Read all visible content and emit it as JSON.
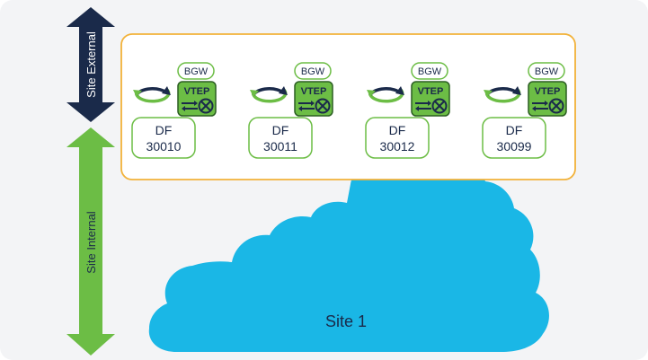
{
  "axis": {
    "external_label": "Site External",
    "internal_label": "Site Internal"
  },
  "cloud": {
    "label": "Site 1"
  },
  "gateways": [
    {
      "badge": "BGW",
      "vtep": "VTEP",
      "df_title": "DF",
      "df_value": "30010"
    },
    {
      "badge": "BGW",
      "vtep": "VTEP",
      "df_title": "DF",
      "df_value": "30011"
    },
    {
      "badge": "BGW",
      "vtep": "VTEP",
      "df_title": "DF",
      "df_value": "30012"
    },
    {
      "badge": "BGW",
      "vtep": "VTEP",
      "df_title": "DF",
      "df_value": "30099"
    }
  ],
  "colors": {
    "background": "#f3f4f6",
    "external_arrow": "#1a2a4a",
    "internal_arrow": "#6cbd45",
    "gateway_box_border": "#f2b23a",
    "cloud": "#1ab7e6",
    "vtep_fill": "#6cbd45",
    "vtep_dark": "#2b5e22",
    "badge_border": "#6cbd45",
    "df_border": "#6cbd45",
    "text_dark": "#1a2a4a"
  }
}
